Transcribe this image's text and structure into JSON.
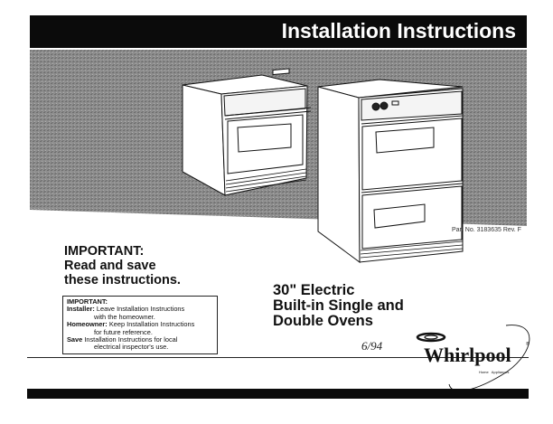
{
  "header": {
    "title": "Installation Instructions"
  },
  "part_number": "Part No. 3183635 Rev. F",
  "important_heading": [
    "IMPORTANT:",
    "Read and save",
    "these instructions."
  ],
  "notice_box": {
    "heading": "IMPORTANT:",
    "installer_label": "Installer:",
    "installer_text_1": "Leave Installation Instructions",
    "installer_text_2": "with the homeowner.",
    "homeowner_label": "Homeowner:",
    "homeowner_text_1": "Keep Installation Instructions",
    "homeowner_text_2": "for future reference.",
    "save_label": "Save",
    "save_text_1": "Installation Instructions for local",
    "save_text_2": "electrical inspector's use."
  },
  "product_title": [
    "30\" Electric",
    "Built-in Single and",
    "Double Ovens"
  ],
  "handwritten_date": "6/94",
  "brand": {
    "name": "Whirlpool",
    "sub_left": "Home",
    "sub_right": "Appliances",
    "registered": "®"
  },
  "colors": {
    "bar": "#0b0b0b",
    "panel": "#8c8c8c"
  }
}
